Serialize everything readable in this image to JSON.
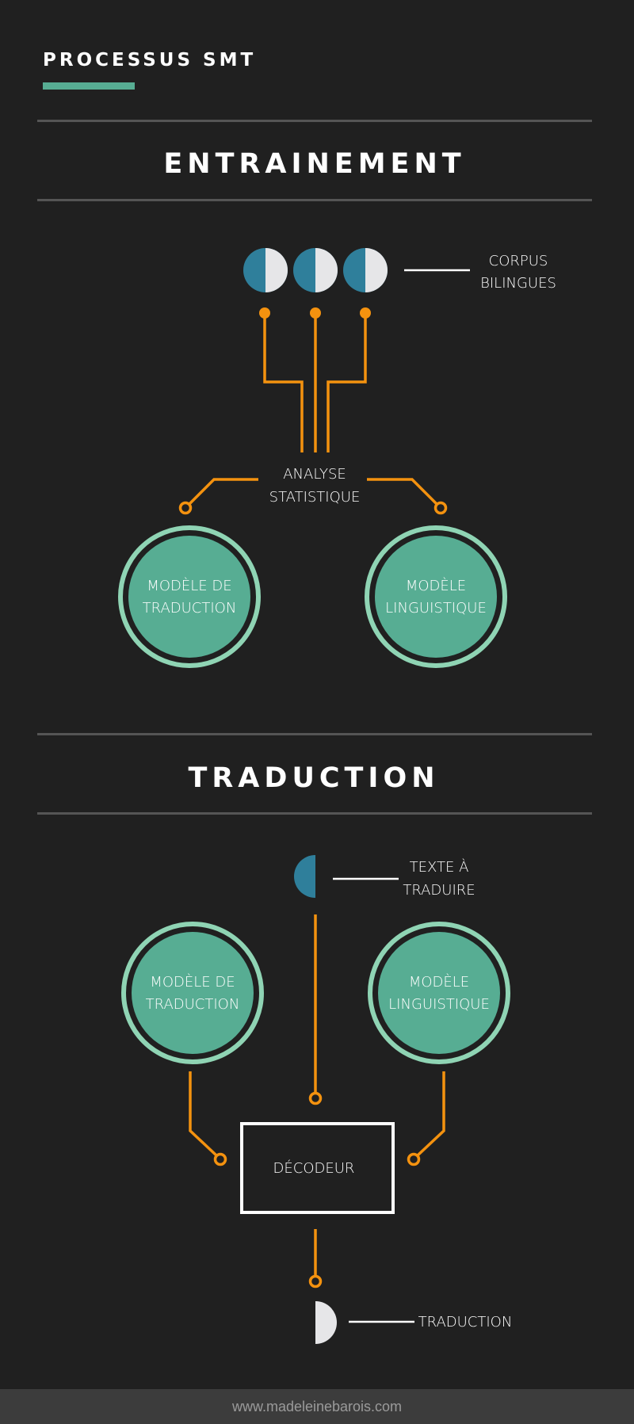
{
  "header": {
    "title": "PROCESSUS SMT"
  },
  "sections": {
    "training": {
      "title": "ENTRAINEMENT"
    },
    "translation": {
      "title": "TRADUCTION"
    }
  },
  "training": {
    "corpus_label": [
      "CORPUS",
      "BILINGUES"
    ],
    "analysis_label": [
      "ANALYSE",
      "STATISTIQUE"
    ],
    "translation_model": [
      "MODÈLE DE",
      "TRADUCTION"
    ],
    "language_model": [
      "MODÈLE",
      "LINGUISTIQUE"
    ]
  },
  "translation": {
    "source_text_label": [
      "TEXTE À",
      "TRADUIRE"
    ],
    "translation_model": [
      "MODÈLE DE",
      "TRADUCTION"
    ],
    "language_model": [
      "MODÈLE",
      "LINGUISTIQUE"
    ],
    "decoder_label": "DÉCODEUR",
    "output_label": "TRADUCTION"
  },
  "footer": {
    "url": "www.madeleinebarois.com"
  },
  "colors": {
    "background": "#202020",
    "accent_green": "#57ad93",
    "ring_green": "#8fd4b4",
    "orange": "#f4920f",
    "blue": "#2f7f9b",
    "light_gray": "#e6e6e8",
    "rule": "#555555",
    "footer_bg": "#3c3c3c"
  },
  "icons": {
    "corpus": "half-circle-icon",
    "source_text": "left-half-circle-icon",
    "output": "right-half-circle-icon"
  }
}
